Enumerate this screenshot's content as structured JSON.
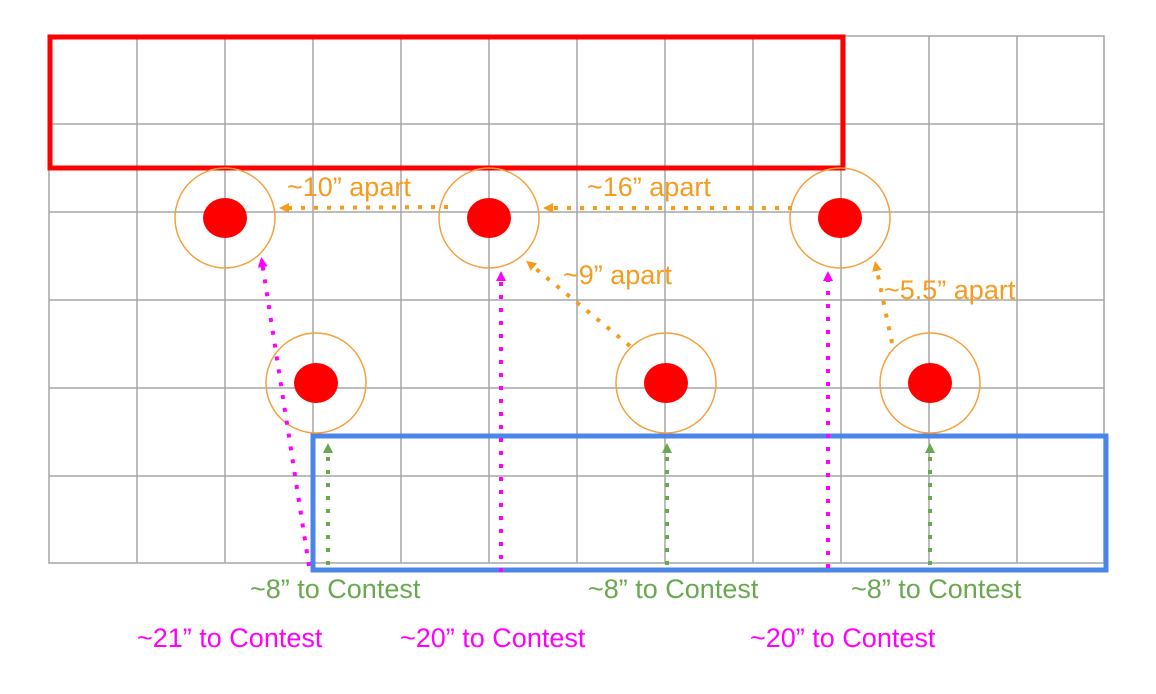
{
  "colors": {
    "background": "#ffffff",
    "grid": "#a6a6a6",
    "red_zone": "#ff0000",
    "blue_zone": "#4a86e8",
    "robot": "#ff0000",
    "robot_ring": "#f6a03c",
    "spacing": "#f69b1e",
    "long_distance": "#ff00ff",
    "short_distance": "#6aa84f"
  },
  "spacing_labels": {
    "top_left": "~10” apart",
    "top_right": "~16” apart",
    "middle": "~9” apart",
    "right": "~5.5” apart"
  },
  "short_distance_labels": {
    "left": "~8” to Contest",
    "middle": "~8” to Contest",
    "right": "~8” to Contest"
  },
  "long_distance_labels": {
    "left": "~21” to Contest",
    "middle": "~20” to Contest",
    "right": "~20” to Contest"
  }
}
